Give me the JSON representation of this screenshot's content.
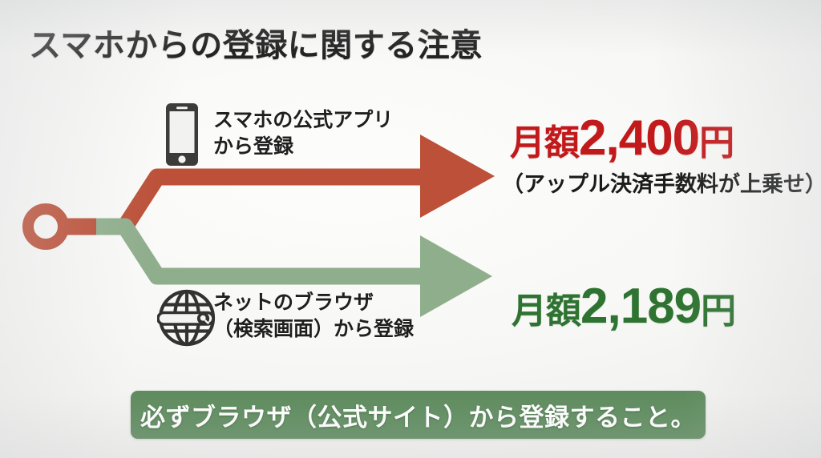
{
  "slide": {
    "title": "スマホからの登録に関する注意",
    "background_color": "#f4f4f2"
  },
  "diagram": {
    "start_node": {
      "icon": "circle-node-icon",
      "color": "#BC5038"
    },
    "branches": [
      {
        "id": "app",
        "icon": "smartphone-icon",
        "label_line1": "スマホの公式アプリ",
        "label_line2": "から登録",
        "arrow_color": "#BC5038",
        "price_prefix": "月額",
        "price_amount": "2,400",
        "price_unit": "円",
        "price_color": "#C2191B",
        "note": "（アップル決済手数料が上乗せ）"
      },
      {
        "id": "browser",
        "icon": "globe-search-icon",
        "label_line1": "ネットのブラウザ",
        "label_line2": "（検索画面）から登録",
        "arrow_color": "#8FAE8C",
        "price_prefix": "月額",
        "price_amount": "2,189",
        "price_unit": "円",
        "price_color": "#2E7331",
        "note": ""
      }
    ]
  },
  "banner": {
    "text": "必ずブラウザ（公式サイト）から登録すること。",
    "background_color": "#5F8C5F",
    "text_color": "#ffffff"
  }
}
